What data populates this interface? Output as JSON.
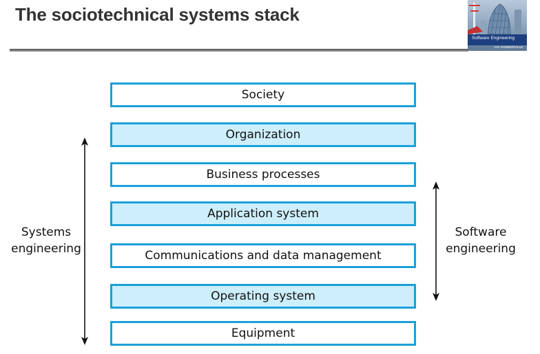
{
  "header": {
    "title": "The sociotechnical systems stack"
  },
  "book_cover": {
    "title": "Software Engineering",
    "author": "IAN SOMMERVILLE"
  },
  "stack": {
    "layers": [
      {
        "label": "Society",
        "style": "plain"
      },
      {
        "label": "Organization",
        "style": "shaded"
      },
      {
        "label": "Business processes",
        "style": "plain"
      },
      {
        "label": "Application system",
        "style": "shaded"
      },
      {
        "label": "Communications and data management",
        "style": "plain"
      },
      {
        "label": "Operating system",
        "style": "shaded"
      },
      {
        "label": "Equipment",
        "style": "plain"
      }
    ]
  },
  "left_span": {
    "label_line1": "Systems",
    "label_line2": "engineering",
    "from_layer": "Organization",
    "to_layer": "Equipment"
  },
  "right_span": {
    "label_line1": "Software",
    "label_line2": "engineering",
    "from_layer": "Business processes",
    "to_layer": "Operating system"
  },
  "colors": {
    "border": "#1aa0d8",
    "shaded_fill": "#cdeefb",
    "title_text": "#333333"
  }
}
